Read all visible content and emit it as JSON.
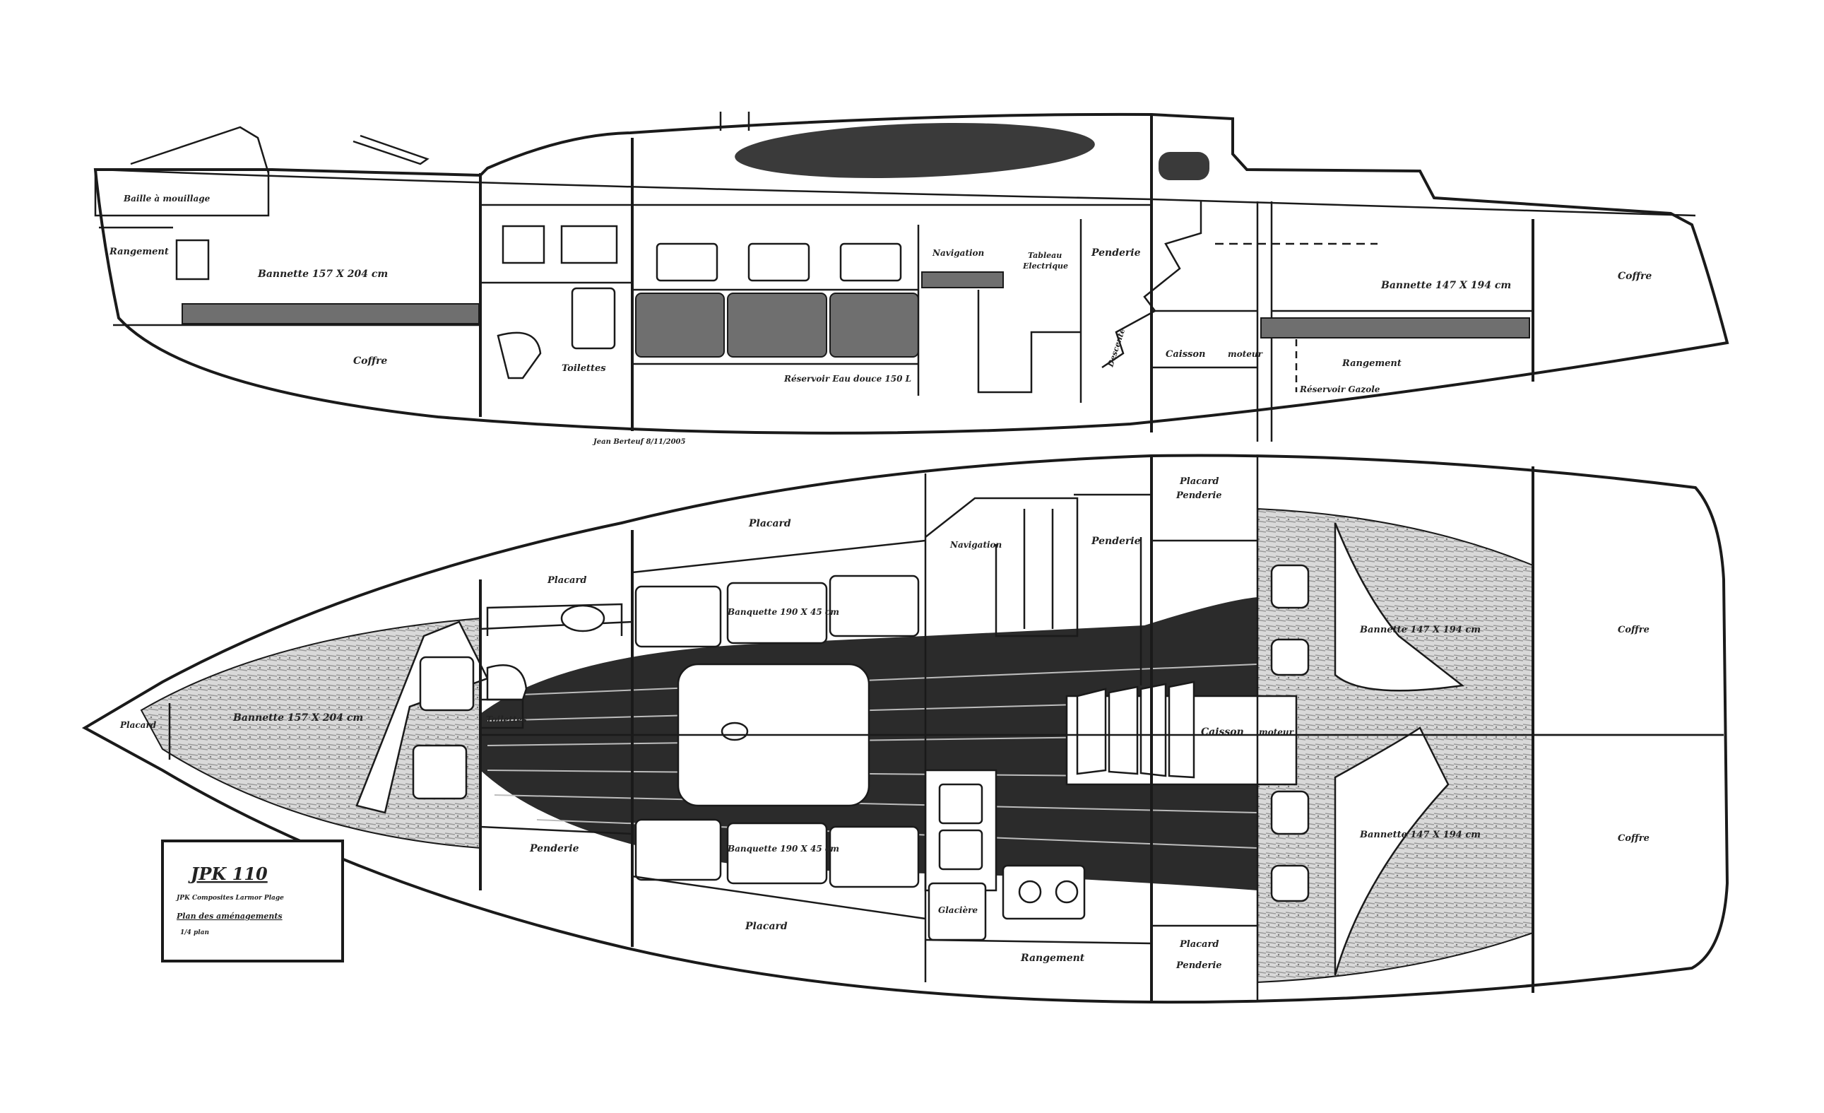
{
  "side": {
    "baille": "Baille à mouillage",
    "rangement_fwd": "Rangement",
    "bannette_fwd": "Bannette 157 X 204 cm",
    "coffre_fwd": "Coffre",
    "toilettes": "Toilettes",
    "reservoir_eau": "Réservoir Eau douce 150 L",
    "navigation": "Navigation",
    "tableau": "Tableau",
    "electrique": "Electrique",
    "penderie": "Penderie",
    "descente": "Descente",
    "caisson": "Caisson",
    "moteur": "moteur",
    "bannette_aft": "Bannette 147 X 194 cm",
    "rangement_aft": "Rangement",
    "reservoir_gazole": "Réservoir Gazole",
    "coffre_aft": "Coffre",
    "signature": "Jean Berteuf 8/11/2005"
  },
  "plan": {
    "placard_bow": "Placard",
    "bannette_fwd": "Bannette 157 X 204 cm",
    "placard_wc": "Placard",
    "toilettes": "Toilettes",
    "penderie_port": "Penderie",
    "placard_top": "Placard",
    "banquette_top": "Banquette 190 X 45 cm",
    "placard_bottom": "Placard",
    "banquette_bottom": "Banquette 190 X 45 cm",
    "navigation": "Navigation",
    "penderie_nav": "Penderie",
    "placard_penderie_top_1": "Placard",
    "placard_penderie_top_2": "Penderie",
    "caisson": "Caisson",
    "moteur": "moteur",
    "glaciere": "Glacière",
    "rangement": "Rangement",
    "placard_penderie_bottom_1": "Placard",
    "placard_penderie_bottom_2": "Penderie",
    "bannette_aft_top": "Bannette 147 X 194 cm",
    "bannette_aft_bottom": "Bannette 147 X 194 cm",
    "coffre_top": "Coffre",
    "coffre_bottom": "Coffre"
  },
  "title_block": {
    "title": "JPK 110",
    "line1": "JPK Composites  Larmor Plage",
    "line2": "Plan des aménagements",
    "line3": "1/4 plan"
  }
}
